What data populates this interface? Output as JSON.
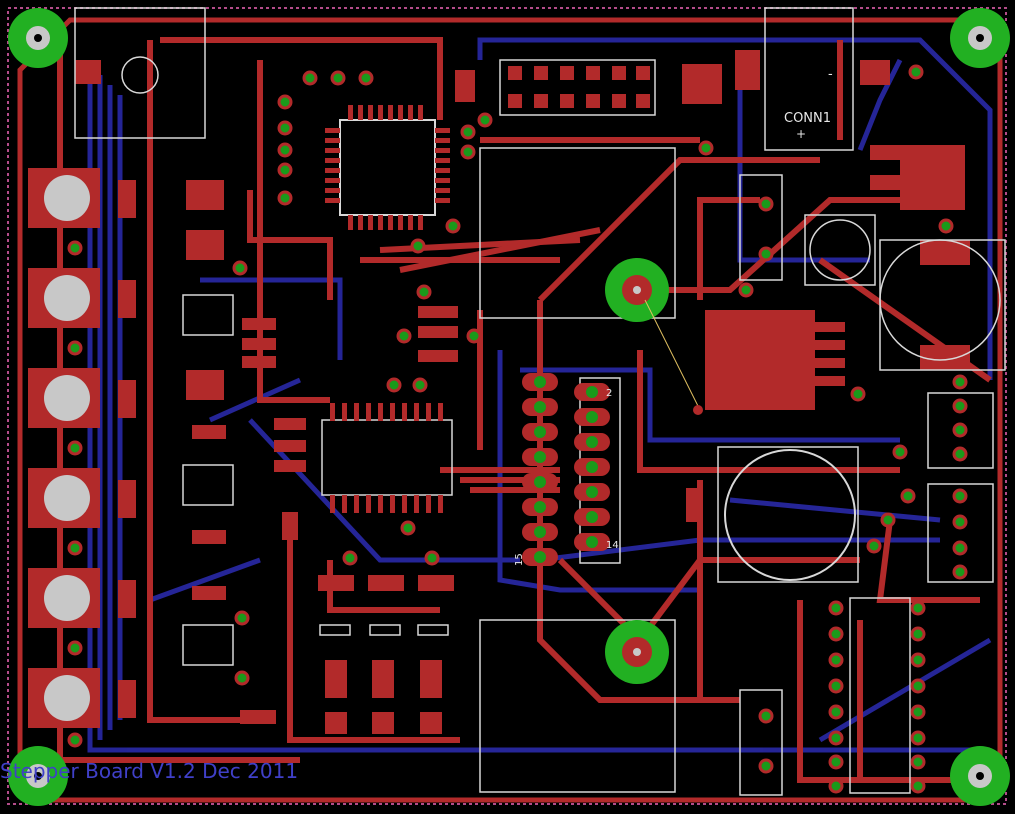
{
  "board": {
    "silkscreen_text": "Stepper Board V1.2  Dec 2011",
    "connector_label": "CONN1",
    "minus_sign": "-",
    "plus_sign": "+",
    "header_pin_start": "2",
    "header_pin_end_left": "15",
    "header_pin_end_right": "14"
  },
  "colors": {
    "background": "#000000",
    "top_copper": "#b22a2a",
    "bottom_copper": "#2a2aa8",
    "silk": "#d8d8d8",
    "via": "#1a9a1a",
    "mount_hole": "#22b022",
    "outline": "#b44c8a"
  },
  "layers": [
    "top-copper",
    "bottom-copper",
    "silkscreen",
    "vias",
    "mounting-holes"
  ]
}
